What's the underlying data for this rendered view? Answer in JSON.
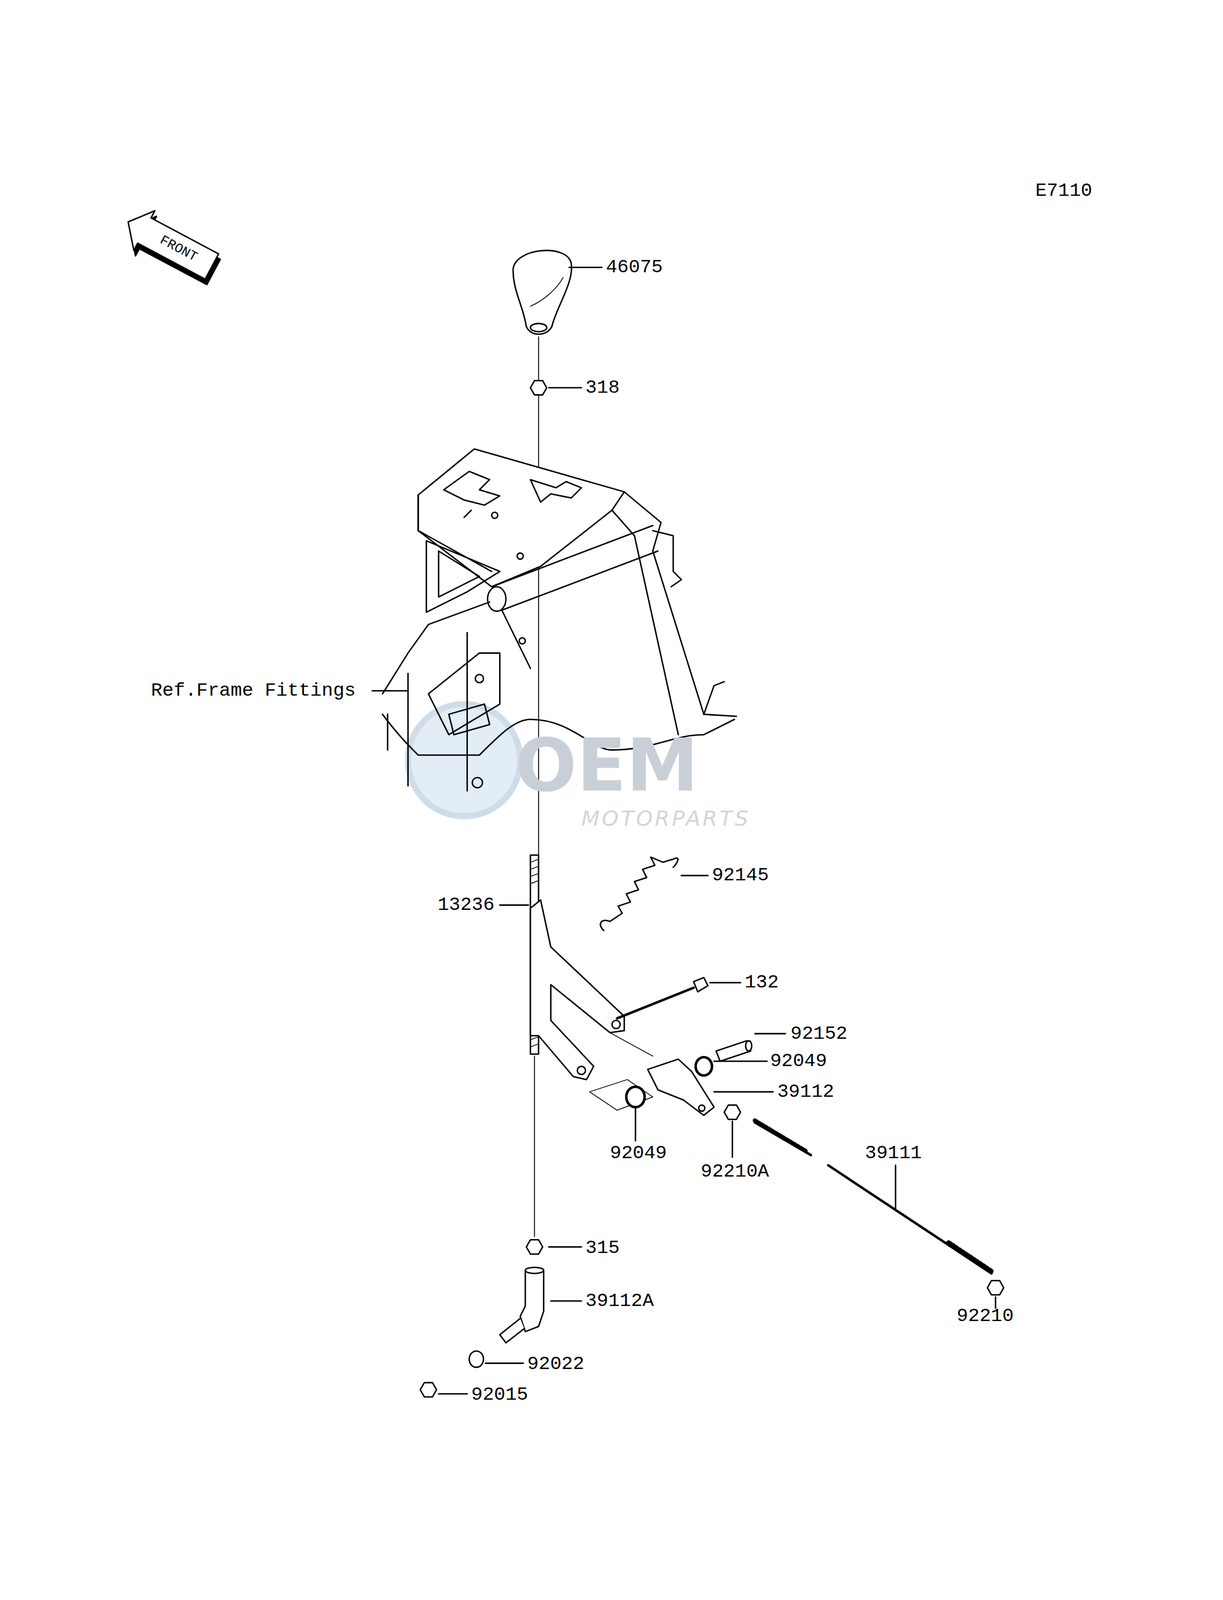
{
  "diagram": {
    "labels": [
      "E7110",
      "FRONT",
      "46075",
      "318",
      "Ref.Frame Fittings",
      "13236",
      "92145",
      "132",
      "92152",
      "92049",
      "39112",
      "92049",
      "92210A",
      "39111",
      "315",
      "39112A",
      "92022",
      "92015",
      "92210",
      "OEM",
      "MOTORPARTS"
    ]
  }
}
